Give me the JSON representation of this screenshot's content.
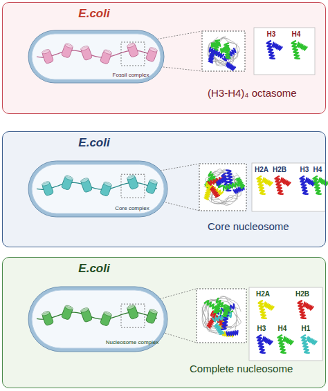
{
  "diagram": {
    "nodes": [
      {
        "text": [
          "E.coli",
          "(H3-H4)₄ octasome"
        ]
      },
      {
        "text": [
          "Fossil complex"
        ],
        "in": 0
      },
      {
        "text": [
          "E.coli",
          "Core nucleosome"
        ]
      },
      {
        "text": [
          "Core complex"
        ],
        "in": 2
      },
      {
        "text": [
          "E.coli",
          "Complete nucleosome"
        ]
      },
      {
        "text": [
          "Nucleosome complex"
        ],
        "in": 4
      }
    ],
    "labels": [
      "H3",
      "H4",
      "H2A",
      "H2B",
      "H3",
      "H4",
      "H2A",
      "H2B",
      "H3",
      "H4",
      "H1"
    ]
  }
}
